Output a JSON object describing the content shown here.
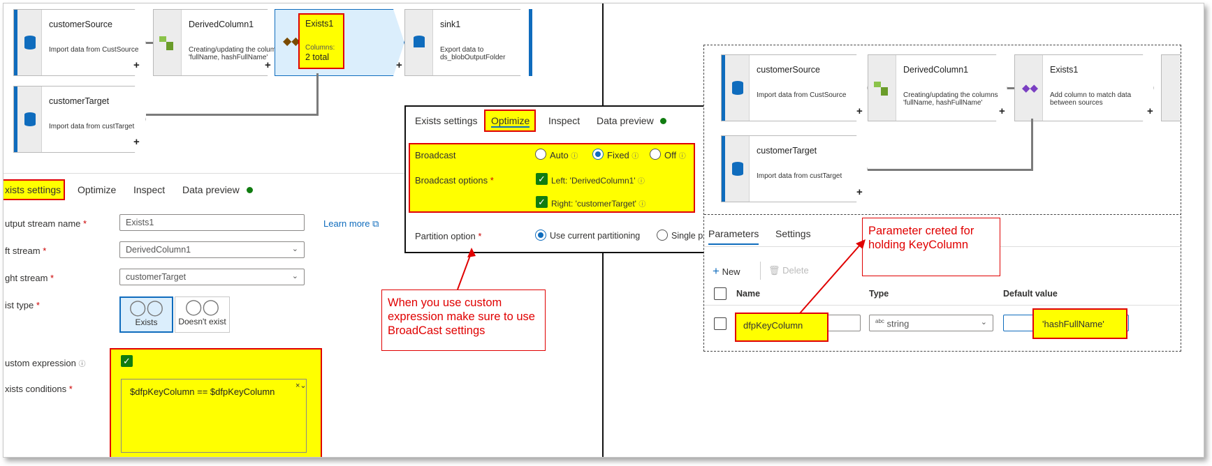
{
  "left_flow": {
    "customerSource": {
      "title": "customerSource",
      "desc": "Import data from CustSource"
    },
    "derived": {
      "title": "DerivedColumn1",
      "desc": "Creating/updating the columns 'fullName, hashFullName'"
    },
    "exists": {
      "title": "Exists1",
      "sub1": "Columns:",
      "sub2": "2 total"
    },
    "sink": {
      "title": "sink1",
      "desc": "Export data to ds_blobOutputFolder"
    },
    "target": {
      "title": "customerTarget",
      "desc": "Import data from custTarget"
    },
    "plus": "+"
  },
  "settings": {
    "tabs": [
      "xists settings",
      "Optimize",
      "Inspect",
      "Data preview"
    ],
    "output_label": "utput stream name",
    "output_value": "Exists1",
    "learn_more": "Learn more",
    "left_label": "ft stream",
    "left_value": "DerivedColumn1",
    "right_label": "ght stream",
    "right_value": "customerTarget",
    "type_label": "ist type",
    "type_exists": "Exists",
    "type_not": "Doesn't exist",
    "custom_label": "ustom expression",
    "cond_label": "xists conditions",
    "cond_value": "$dfpKeyColumn == $dfpKeyColumn",
    "required": "*"
  },
  "optimize": {
    "tabs": [
      "Exists settings",
      "Optimize",
      "Inspect",
      "Data preview"
    ],
    "broadcast_label": "Broadcast",
    "auto": "Auto",
    "fixed": "Fixed",
    "off": "Off",
    "options_label": "Broadcast options",
    "left_opt": "Left: 'DerivedColumn1'",
    "right_opt": "Right: 'customerTarget'",
    "partition_label": "Partition option",
    "use_current": "Use current partitioning",
    "single": "Single pa",
    "required": "*"
  },
  "note_broadcast": "When you use custom expression make sure to use BroadCast settings",
  "note_param": "Parameter creted for holding KeyColumn",
  "right_flow": {
    "customerSource": {
      "title": "customerSource",
      "desc": "Import data from CustSource"
    },
    "derived": {
      "title": "DerivedColumn1",
      "desc": "Creating/updating the columns 'fullName, hashFullName'"
    },
    "exists": {
      "title": "Exists1",
      "desc": "Add column to match data between sources"
    },
    "target": {
      "title": "customerTarget",
      "desc": "Import data from custTarget"
    }
  },
  "params": {
    "tabs": [
      "Parameters",
      "Settings"
    ],
    "new": "New",
    "delete": "Delete",
    "col_name": "Name",
    "col_type": "Type",
    "col_default": "Default value",
    "name_value": "dfpKeyColumn",
    "type_value": "string",
    "default_value": "'hashFullName'",
    "abc": "abc"
  },
  "colors": {
    "highlight": "#ffff00",
    "annotation": "#e00000",
    "accent": "#0f6cbd",
    "check": "#107c10"
  }
}
